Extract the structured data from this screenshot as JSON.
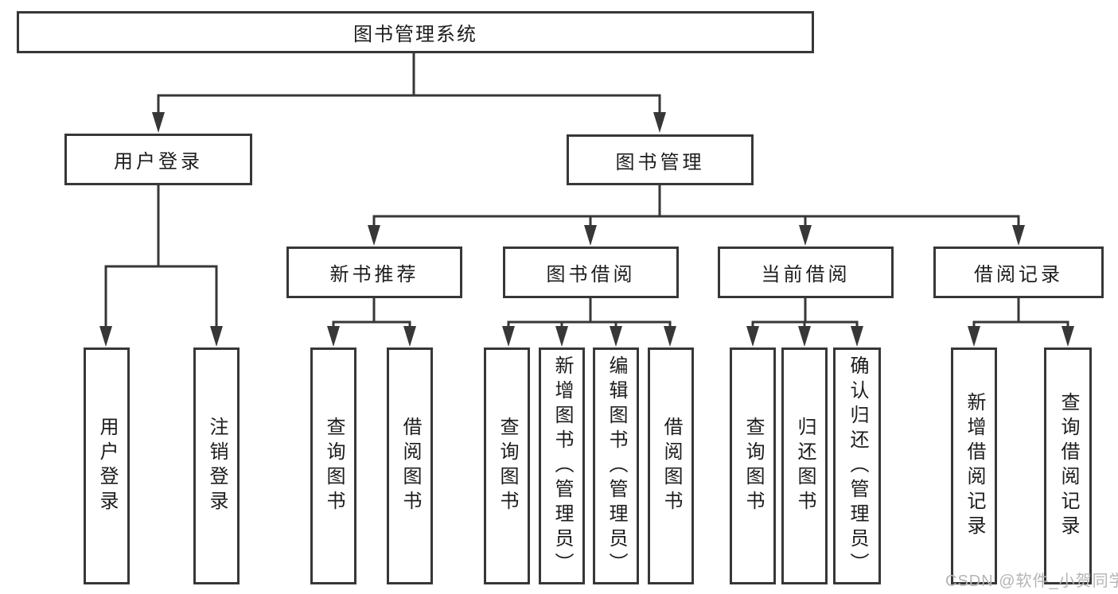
{
  "tree": {
    "root": "图书管理系统",
    "user_branch": {
      "label": "用户登录",
      "children": [
        "用户登录",
        "注销登录"
      ]
    },
    "mgmt_branch": {
      "label": "图书管理",
      "groups": [
        {
          "label": "新书推荐",
          "children": [
            "查询图书",
            "借阅图书"
          ]
        },
        {
          "label": "图书借阅",
          "children": [
            "查询图书",
            "新增图书（管理员）",
            "编辑图书（管理员）",
            "借阅图书"
          ]
        },
        {
          "label": "当前借阅",
          "children": [
            "查询图书",
            "归还图书",
            "确认归还（管理员）"
          ]
        },
        {
          "label": "借阅记录",
          "children": [
            "新增借阅记录",
            "查询借阅记录"
          ]
        }
      ]
    }
  },
  "watermark": "CSDN @软件_小贺同学",
  "colors": {
    "line": "#373737",
    "text": "#1c1c1c",
    "watermark": "#b5b5b5",
    "background": "#ffffff"
  }
}
